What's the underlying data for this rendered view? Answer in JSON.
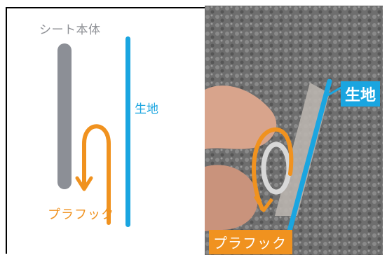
{
  "left_panel": {
    "sheet_body_label": "シート本体",
    "fabric_label": "生地",
    "plahook_label": "プラフック"
  },
  "right_panel": {
    "fabric_label": "生地",
    "plahook_label": "プラフック"
  },
  "colors": {
    "sheet_gray": "#8c8f96",
    "fabric_blue": "#1aa5e0",
    "hook_orange": "#f0921f",
    "border": "#000000"
  }
}
